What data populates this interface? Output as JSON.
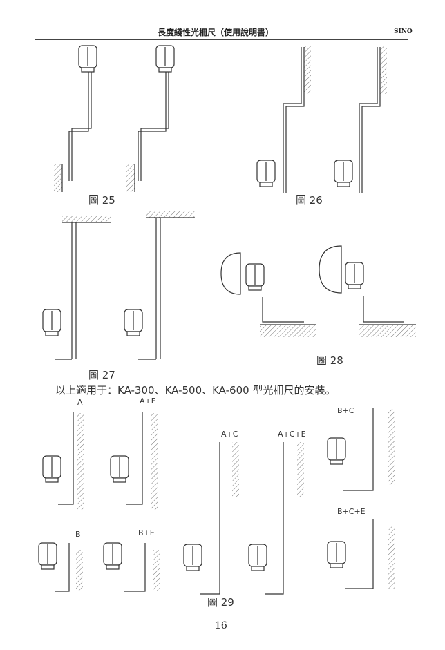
{
  "header": {
    "title": "長度綫性光柵尺（使用說明書）",
    "brand": "SINO"
  },
  "figures": [
    {
      "caption": "圖 25"
    },
    {
      "caption": "圖 26"
    },
    {
      "caption": "圖 27"
    },
    {
      "caption": "圖 28"
    },
    {
      "caption": "圖 29"
    }
  ],
  "note": {
    "prefix": "以上適用于：",
    "models": "KA-300、KA-500、KA-600",
    "suffix": " 型光柵尺的安裝。"
  },
  "fig29_variants": [
    "A",
    "A+E",
    "A+C",
    "A+C+E",
    "B+C",
    "B",
    "B+E",
    "B+C+E"
  ],
  "page_number": "16"
}
